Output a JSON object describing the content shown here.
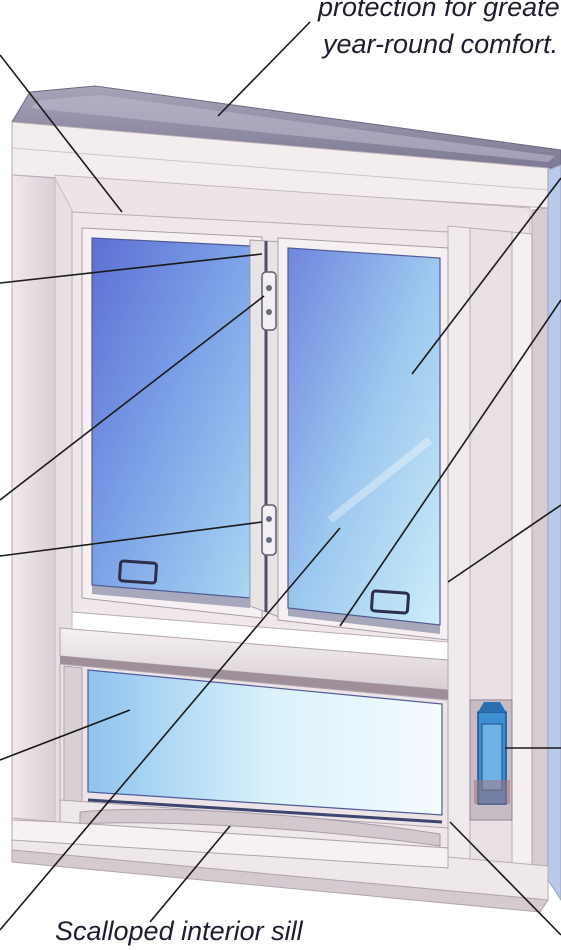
{
  "captions": {
    "top_line_1": "protection for greate",
    "top_line_2": "year-round comfort.",
    "bottom": "Scalloped interior sill"
  },
  "colors": {
    "frame_light": "#f4eeee",
    "frame_shade": "#ddd4d8",
    "frame_side": "#e6dde2",
    "frame_edge": "#b9aeb6",
    "top_cap": "#8f8aa3",
    "glass_dark": "#5a6bd0",
    "glass_light": "#c8ecf8",
    "leader_line": "#1a1a1a",
    "caption_text": "#1d1d2e",
    "vent_blue": "#3d8fd1"
  },
  "icons": {
    "left_handle": "sash-handle-icon",
    "right_handle": "sash-handle-icon",
    "upper_latch": "cam-latch-icon",
    "lower_latch": "cam-latch-icon",
    "vent": "window-vent-icon"
  }
}
